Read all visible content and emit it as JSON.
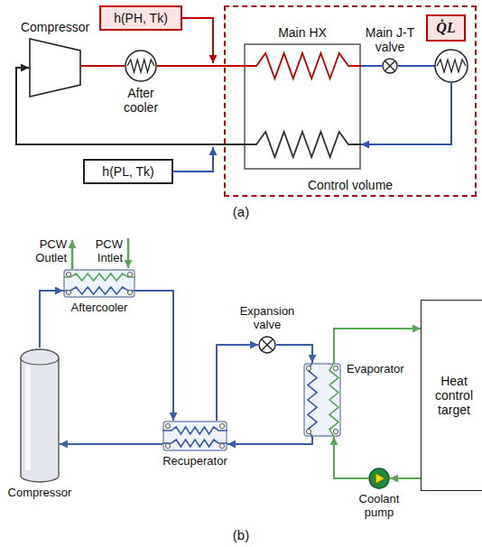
{
  "diagram": {
    "nodes": [
      {
        "text": [
          "h(PH, Tk)"
        ]
      },
      {
        "text": [
          "Compressor"
        ]
      },
      {
        "text": [
          "After cooler"
        ]
      },
      {
        "text": [
          "Control volume"
        ]
      },
      {
        "text": [
          "Main HX"
        ],
        "in": 3
      },
      {
        "text": [
          "Main J-T valve"
        ],
        "in": 3
      },
      {
        "text": [
          "Q̇L"
        ],
        "in": 3
      },
      {
        "text": [
          "h(PL, Tk)"
        ]
      },
      {
        "text": [
          "Aftercooler"
        ]
      },
      {
        "text": [
          "Compressor"
        ]
      },
      {
        "text": [
          "Expansion valve"
        ]
      },
      {
        "text": [
          "Evaporator"
        ]
      },
      {
        "text": [
          "Heat control target"
        ]
      },
      {
        "text": [
          "Recuperator"
        ]
      },
      {
        "text": [
          "Coolant pump"
        ]
      }
    ],
    "edges": [
      {
        "from": 1,
        "to": 2,
        "arrow": "none"
      },
      {
        "from": 2,
        "to": 4,
        "arrow": "none"
      },
      {
        "from": 4,
        "to": 5,
        "arrow": "none"
      },
      {
        "from": 4,
        "to": 1,
        "arrow": "to"
      },
      {
        "from": 9,
        "to": 8,
        "arrow": "to"
      },
      {
        "from": 8,
        "to": 13,
        "arrow": "to"
      },
      {
        "from": 13,
        "to": 10,
        "arrow": "to"
      },
      {
        "from": 10,
        "to": 11,
        "arrow": "to"
      },
      {
        "from": 11,
        "to": 13,
        "arrow": "to"
      },
      {
        "from": 13,
        "to": 9,
        "arrow": "to"
      },
      {
        "from": 11,
        "to": 12,
        "arrow": "to"
      },
      {
        "from": 12,
        "to": 14,
        "arrow": "to"
      },
      {
        "from": 14,
        "to": 11,
        "arrow": "to"
      }
    ],
    "labels": [
      "(a)",
      "PCW Outlet",
      "PCW Intlet",
      "(b)"
    ]
  }
}
